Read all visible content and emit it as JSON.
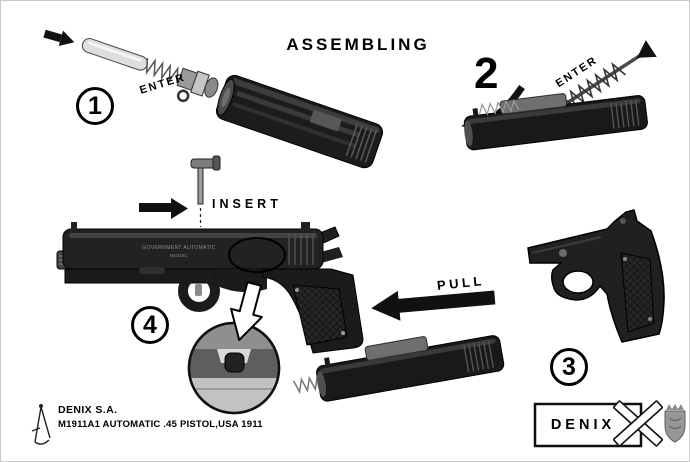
{
  "title": "ASSEMBLING",
  "steps": [
    {
      "number": "1",
      "action": "ENTER"
    },
    {
      "number": "2",
      "action": "ENTER"
    },
    {
      "number": "3",
      "action": "PULL"
    },
    {
      "number": "4",
      "action": "INSERT"
    }
  ],
  "engraving": {
    "line1": "GOVERNMENT AUTOMATIC",
    "line2": "MODEL"
  },
  "footer": {
    "company": "DENIX S.A.",
    "model_line": "M1911A1 AUTOMATIC .45 PISTOL,USA 1911"
  },
  "brand": {
    "name": "DENIX"
  },
  "colors": {
    "background": "#ffffff",
    "ink": "#000000",
    "metal_dark": "#1c1c1c",
    "metal_mid": "#6f6f6f",
    "metal_light": "#d9d9d9"
  }
}
